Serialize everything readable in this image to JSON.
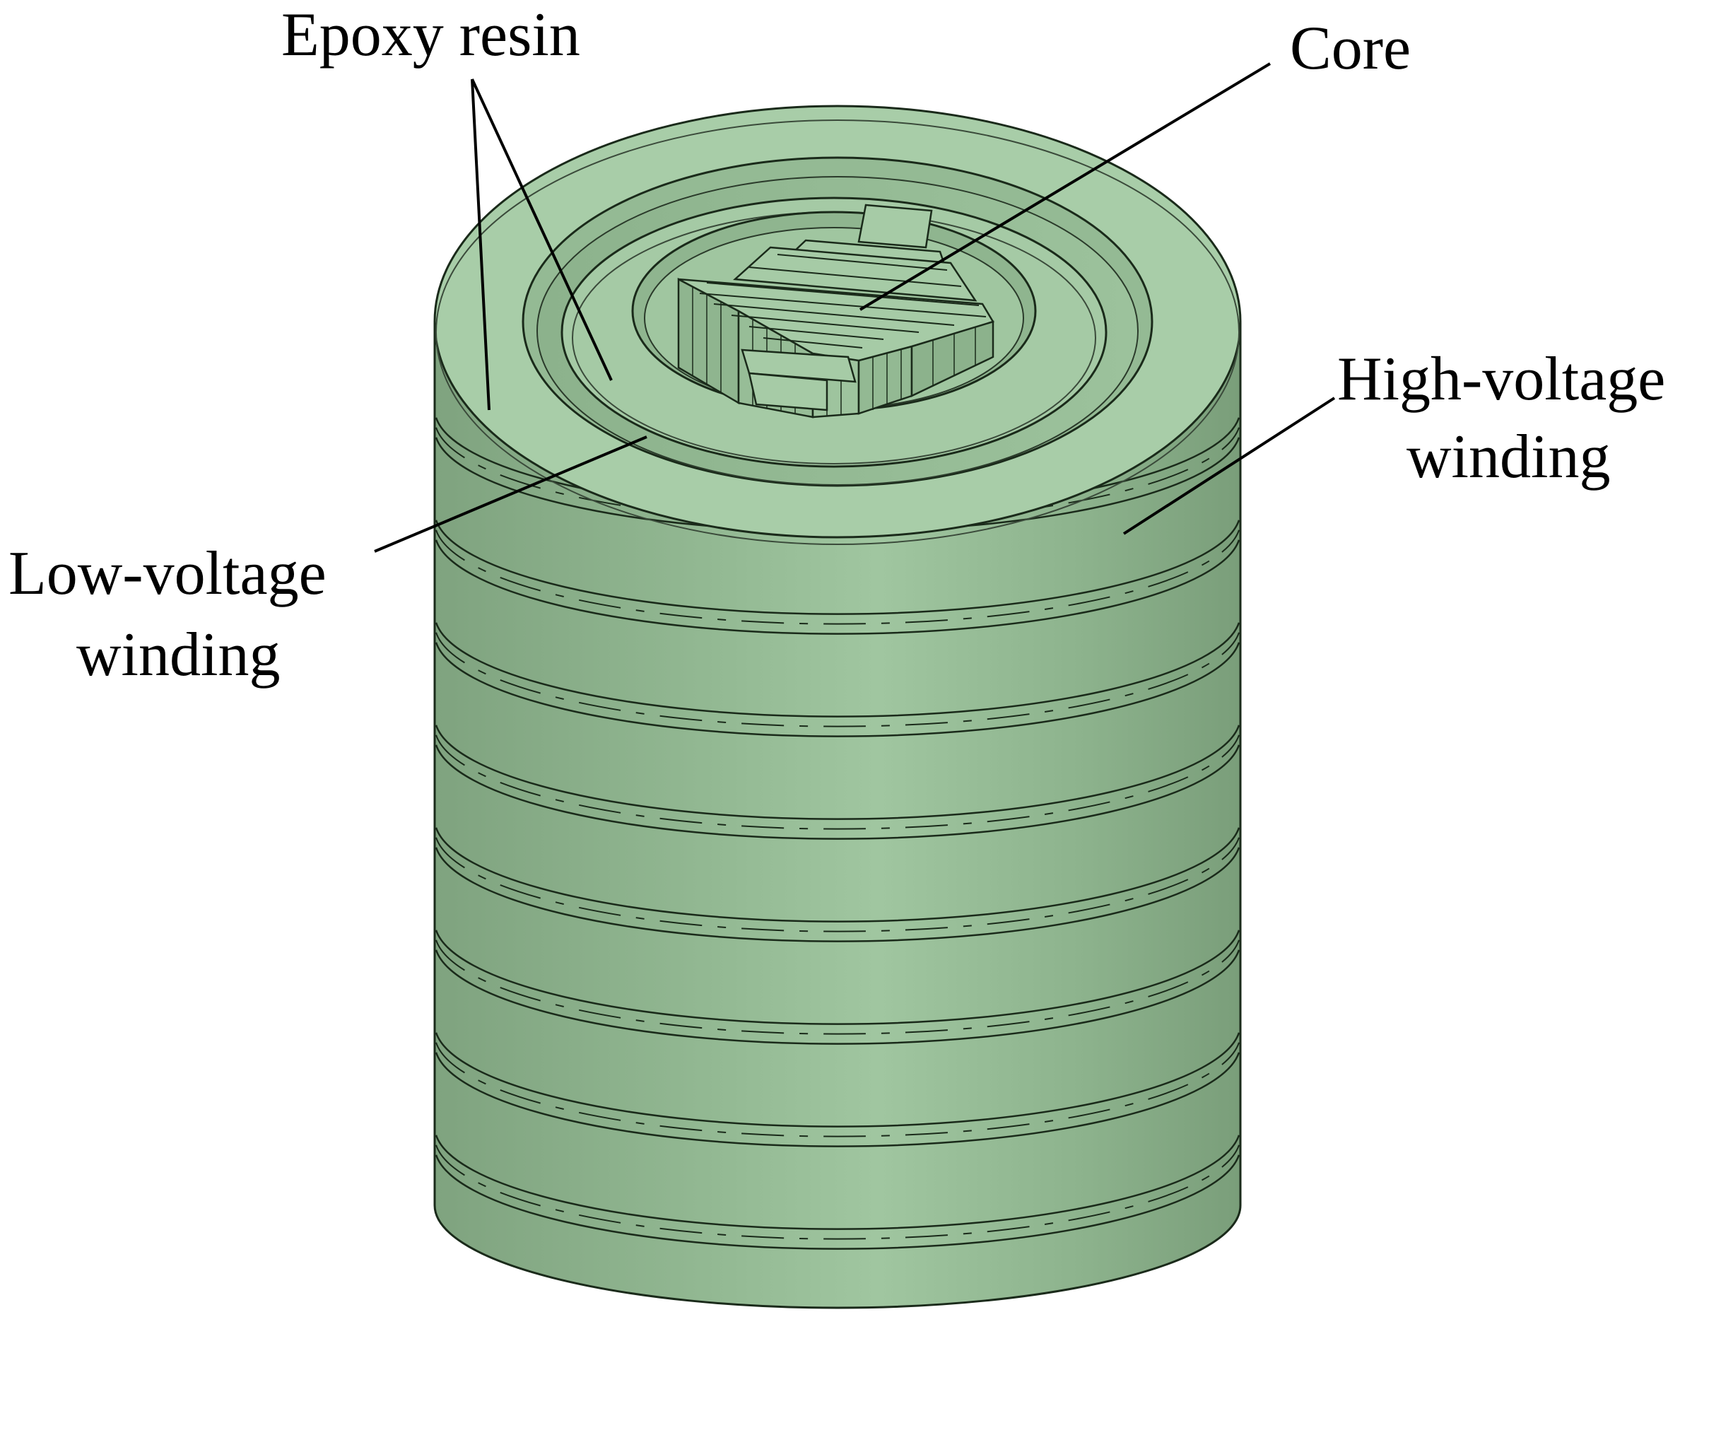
{
  "labels": {
    "epoxy_resin": "Epoxy resin",
    "core": "Core",
    "high_voltage_line1": "High-voltage",
    "high_voltage_line2": "winding",
    "low_voltage_line1": "Low-voltage",
    "low_voltage_line2": "winding"
  },
  "colors": {
    "body_fill": "#95bb95",
    "body_shade": "#83a883",
    "top_fill": "#a8cda8",
    "inner_fill": "#8fb58f",
    "core_fill": "#a3c9a3",
    "outline": "#1a2a1a"
  },
  "winding_band_count": 8
}
